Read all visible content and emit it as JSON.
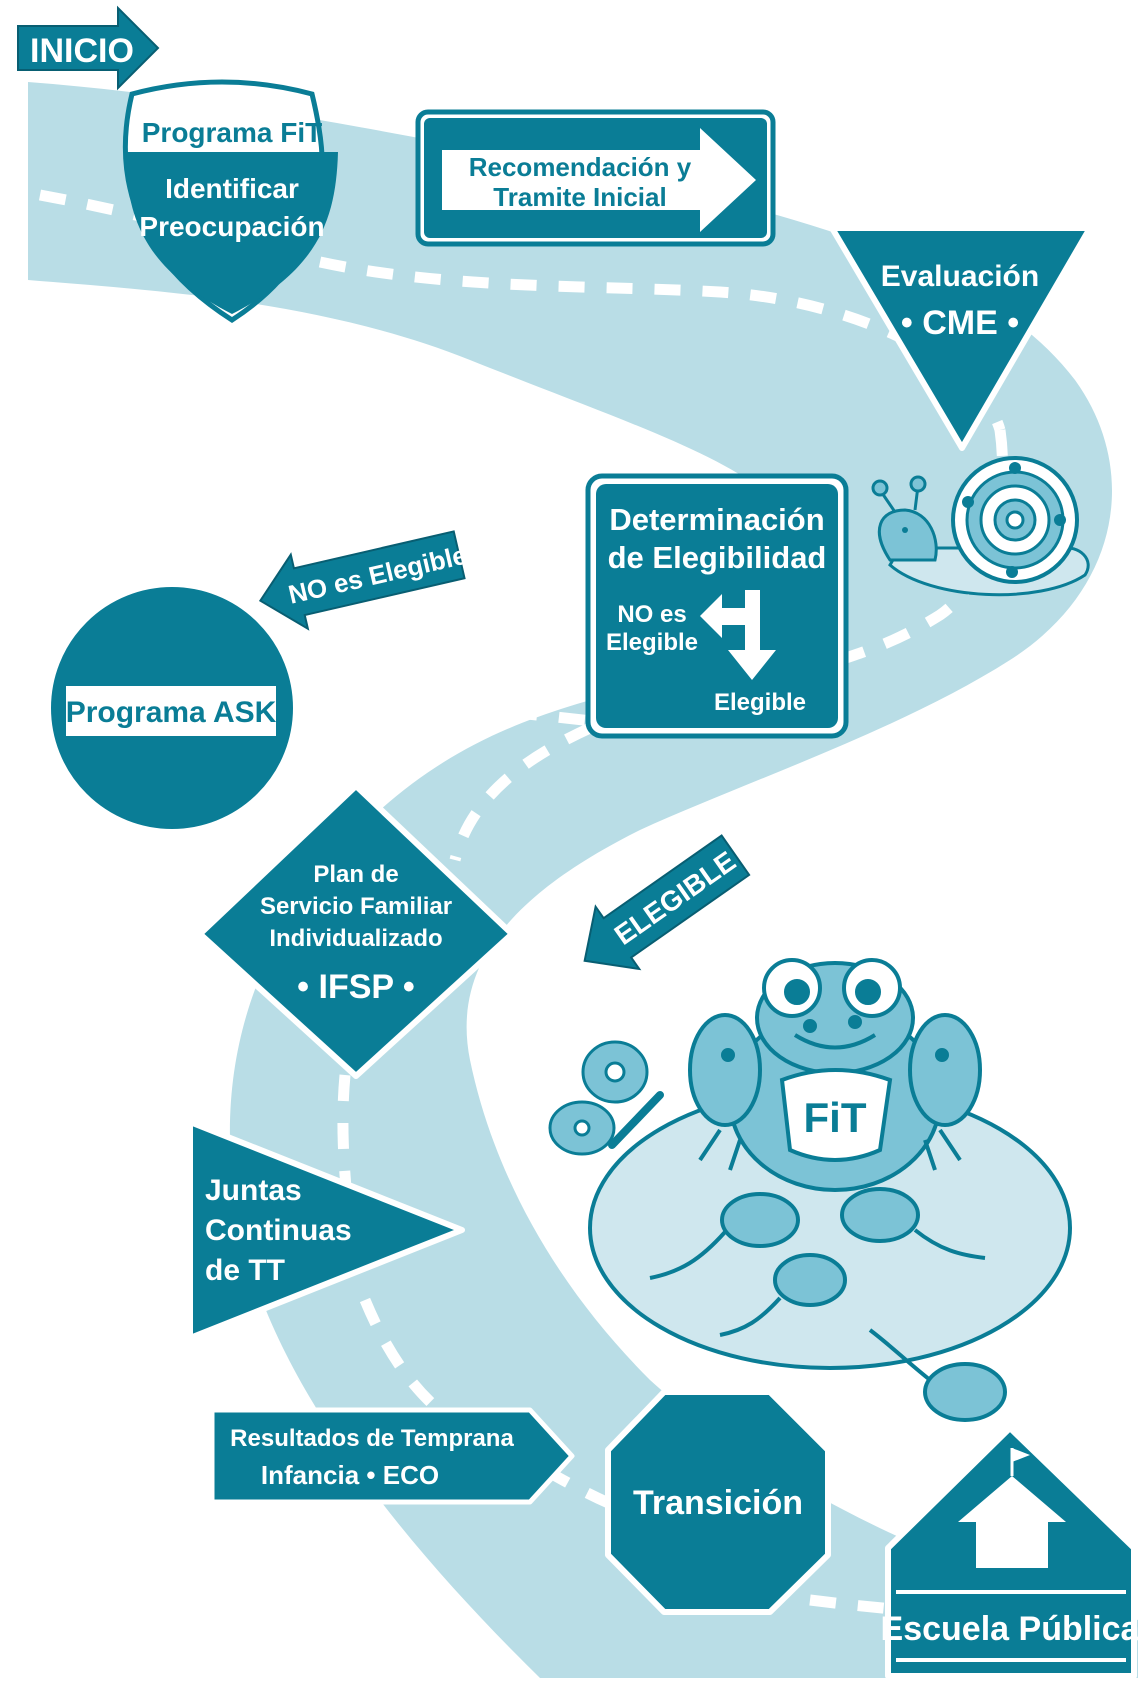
{
  "colors": {
    "road": "#b9dde6",
    "sign": "#0a7d96",
    "sign_dark": "#085e72",
    "white": "#ffffff",
    "pond": "#cfe7ee",
    "critter": "#7cc3d6"
  },
  "steps": {
    "inicio": "INICIO",
    "fit_title": "Programa FiT",
    "fit_line1": "Identificar",
    "fit_line2": "Preocupación",
    "recomendacion_line1": "Recomendación y",
    "recomendacion_line2": "Tramite Inicial",
    "evaluacion_line1": "Evaluación",
    "evaluacion_line2": "• CME •",
    "determinacion_line1": "Determinación",
    "determinacion_line2": "de Elegibilidad",
    "no_es_line1": "NO es",
    "no_es_line2": "Elegible",
    "elegible_small": "Elegible",
    "no_elegible_arrow": "NO es Elegible",
    "ask": "Programa ASK",
    "elegible_arrow": "ELEGIBLE",
    "ifsp_line1": "Plan de",
    "ifsp_line2": "Servicio Familiar",
    "ifsp_line3": "Individualizado",
    "ifsp_line4": "• IFSP •",
    "juntas_line1": "Juntas",
    "juntas_line2": "Continuas",
    "juntas_line3": "de TT",
    "eco_line1": "Resultados de Temprana",
    "eco_line2": "Infancia • ECO",
    "transicion": "Transición",
    "escuela": "Escuela Pública",
    "frog_label": "FiT"
  },
  "icons": [
    "inicio-arrow-icon",
    "shield-icon",
    "arrow-right-icon",
    "yield-triangle-icon",
    "snail-icon",
    "fork-arrow-icon",
    "no-entry-circle-icon",
    "diamond-sign-icon",
    "pennant-icon",
    "stop-octagon-icon",
    "school-house-icon",
    "frog-icon",
    "butterfly-icon",
    "tadpole-icon"
  ]
}
